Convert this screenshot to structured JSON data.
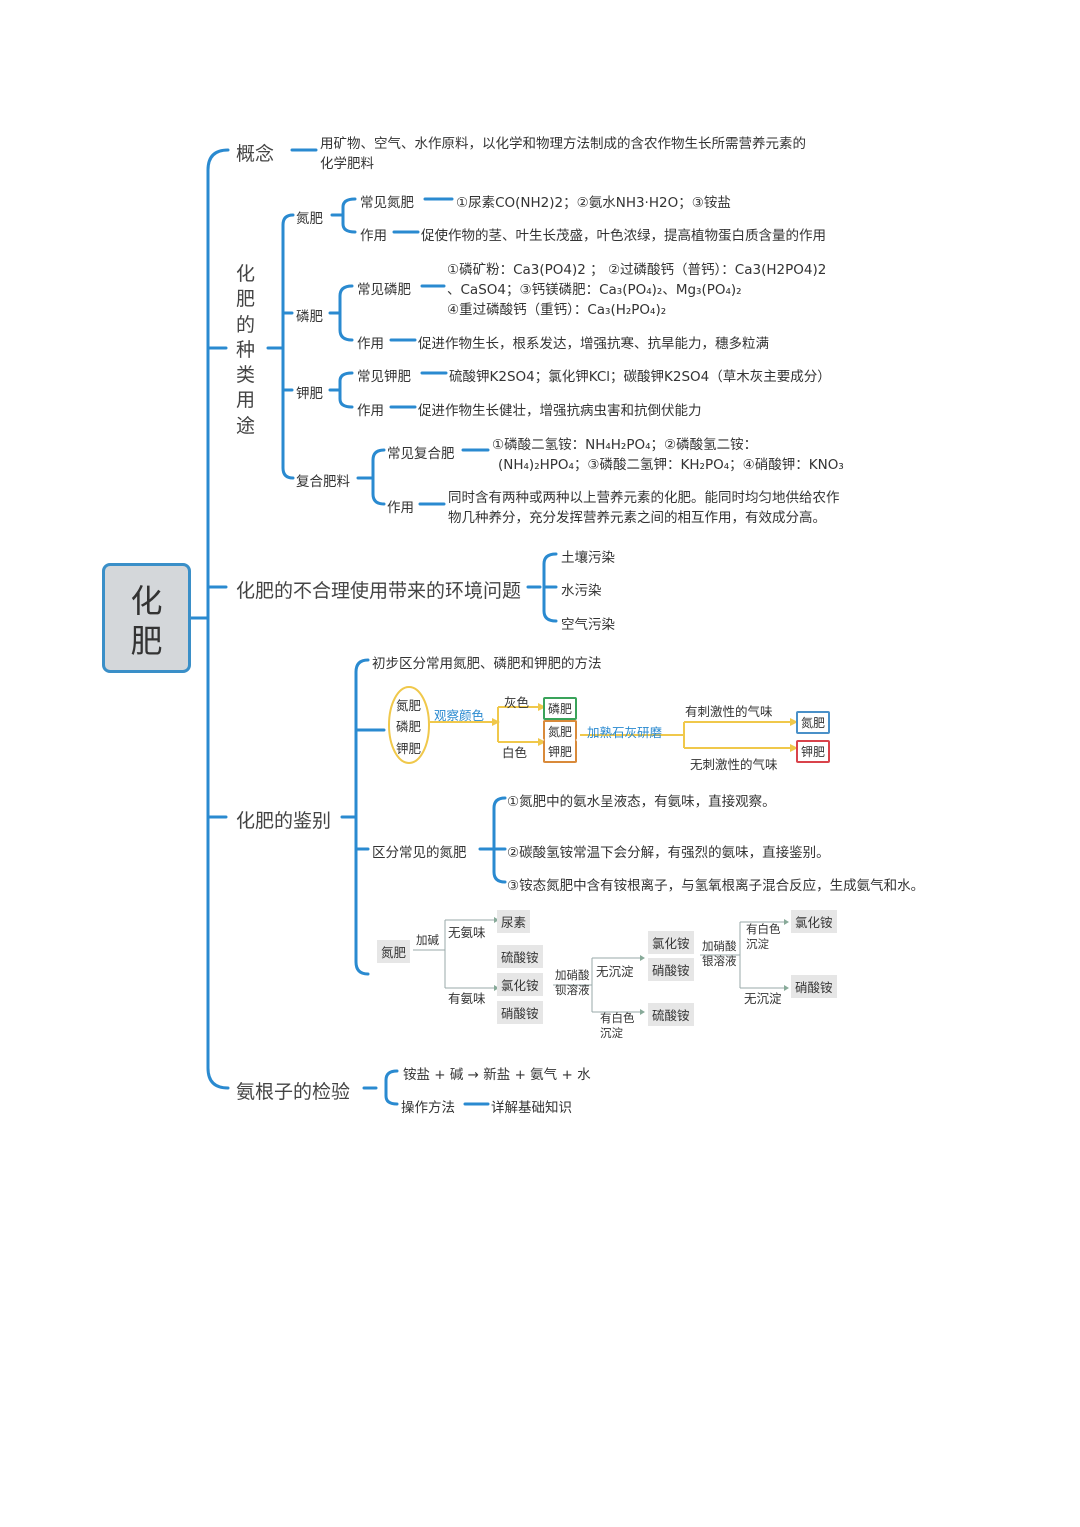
{
  "root": {
    "title": "化肥"
  },
  "concept": {
    "label": "概念",
    "text1": "用矿物、空气、水作原料，以化学和物理方法制成的含农作物生长所需营养元素的",
    "text2": "化学肥料"
  },
  "types": {
    "label": "化肥的种类用途",
    "nitrogen": {
      "label": "氮肥",
      "common_label": "常见氮肥",
      "common": "①尿素CO(NH2)2；②氨水NH3·H2O；③铵盐",
      "use_label": "作用",
      "use": "促使作物的茎、叶生长茂盛，叶色浓绿，提高植物蛋白质含量的作用"
    },
    "phosphorus": {
      "label": "磷肥",
      "common_label": "常见磷肥",
      "common1": "①磷矿粉：Ca3(PO4)2 ； ②过磷酸钙（普钙）：Ca3(H2PO4)2",
      "common2": "、CaSO4；③钙镁磷肥：Ca₃(PO₄)₂、Mg₃(PO₄)₂",
      "common3": "④重过磷酸钙（重钙）：Ca₃(H₂PO₄)₂",
      "use_label": "作用",
      "use": "促进作物生长，根系发达，增强抗寒、抗旱能力，穗多粒满"
    },
    "potassium": {
      "label": "钾肥",
      "common_label": "常见钾肥",
      "common": "硫酸钾K2SO4；氯化钾KCl；碳酸钾K2SO4（草木灰主要成分）",
      "use_label": "作用",
      "use": "促进作物生长健壮，增强抗病虫害和抗倒伏能力"
    },
    "compound": {
      "label": "复合肥料",
      "common_label": "常见复合肥",
      "common1": "①磷酸二氢铵：NH₄H₂PO₄；②磷酸氢二铵：",
      "common2": "(NH₄)₂HPO₄；③磷酸二氢钾：KH₂PO₄；④硝酸钾：KNO₃",
      "use_label": "作用",
      "use1": "同时含有两种或两种以上营养元素的化肥。能同时均匀地供给农作",
      "use2": "物几种养分，充分发挥营养元素之间的相互作用，有效成分高。"
    }
  },
  "environment": {
    "label": "化肥的不合理使用带来的环境问题",
    "items": [
      "土壤污染",
      "水污染",
      "空气污染"
    ]
  },
  "identification": {
    "label": "化肥的鉴别",
    "method_title": "初步区分常用氮肥、磷肥和钾肥的方法",
    "oval": [
      "氮肥",
      "磷肥",
      "钾肥"
    ],
    "observe": "观察颜色",
    "gray_color": "灰色",
    "white_color": "白色",
    "box_phos": "磷肥",
    "box_n": "氮肥",
    "box_k": "钾肥",
    "grind": "加熟石灰研磨",
    "pungent": "有刺激性的气味",
    "no_pungent": "无刺激性的气味",
    "result_n": "氮肥",
    "result_k": "钾肥",
    "distinguish_label": "区分常见的氮肥",
    "d1": "①氮肥中的氨水呈液态，有氨味，直接观察。",
    "d2": "②碳酸氢铵常温下会分解，有强烈的氨味，直接鉴别。",
    "d3": "③铵态氮肥中含有铵根离子，与氢氧根离子混合反应，生成氨气和水。",
    "flow": {
      "start": "氮肥",
      "add_base": "加碱",
      "no_ammonia": "无氨味",
      "urea": "尿素",
      "has_ammonia": "有氨味",
      "g1": [
        "硫酸铵",
        "氯化铵",
        "硝酸铵"
      ],
      "add_ba1": "加硝酸钡溶液",
      "no_ppt": "无沉淀",
      "white_ppt": "有白色沉淀",
      "g2": [
        "氯化铵",
        "硝酸铵"
      ],
      "ammonium_sulfate": "硫酸铵",
      "add_ag": "加硝酸银溶液",
      "white_ppt2": "有白色沉淀",
      "no_ppt2": "无沉淀",
      "ammonium_chloride": "氯化铵",
      "ammonium_nitrate": "硝酸铵"
    }
  },
  "ammonium_test": {
    "label": "氨根子的检验",
    "eq": "铵盐 + 碱 → 新盐 + 氨气 + 水",
    "method_label": "操作方法",
    "method": "详解基础知识"
  },
  "colors": {
    "branch": "#2a8ad0",
    "root_border": "#3a8fc8",
    "root_fill": "#d4d7da"
  }
}
